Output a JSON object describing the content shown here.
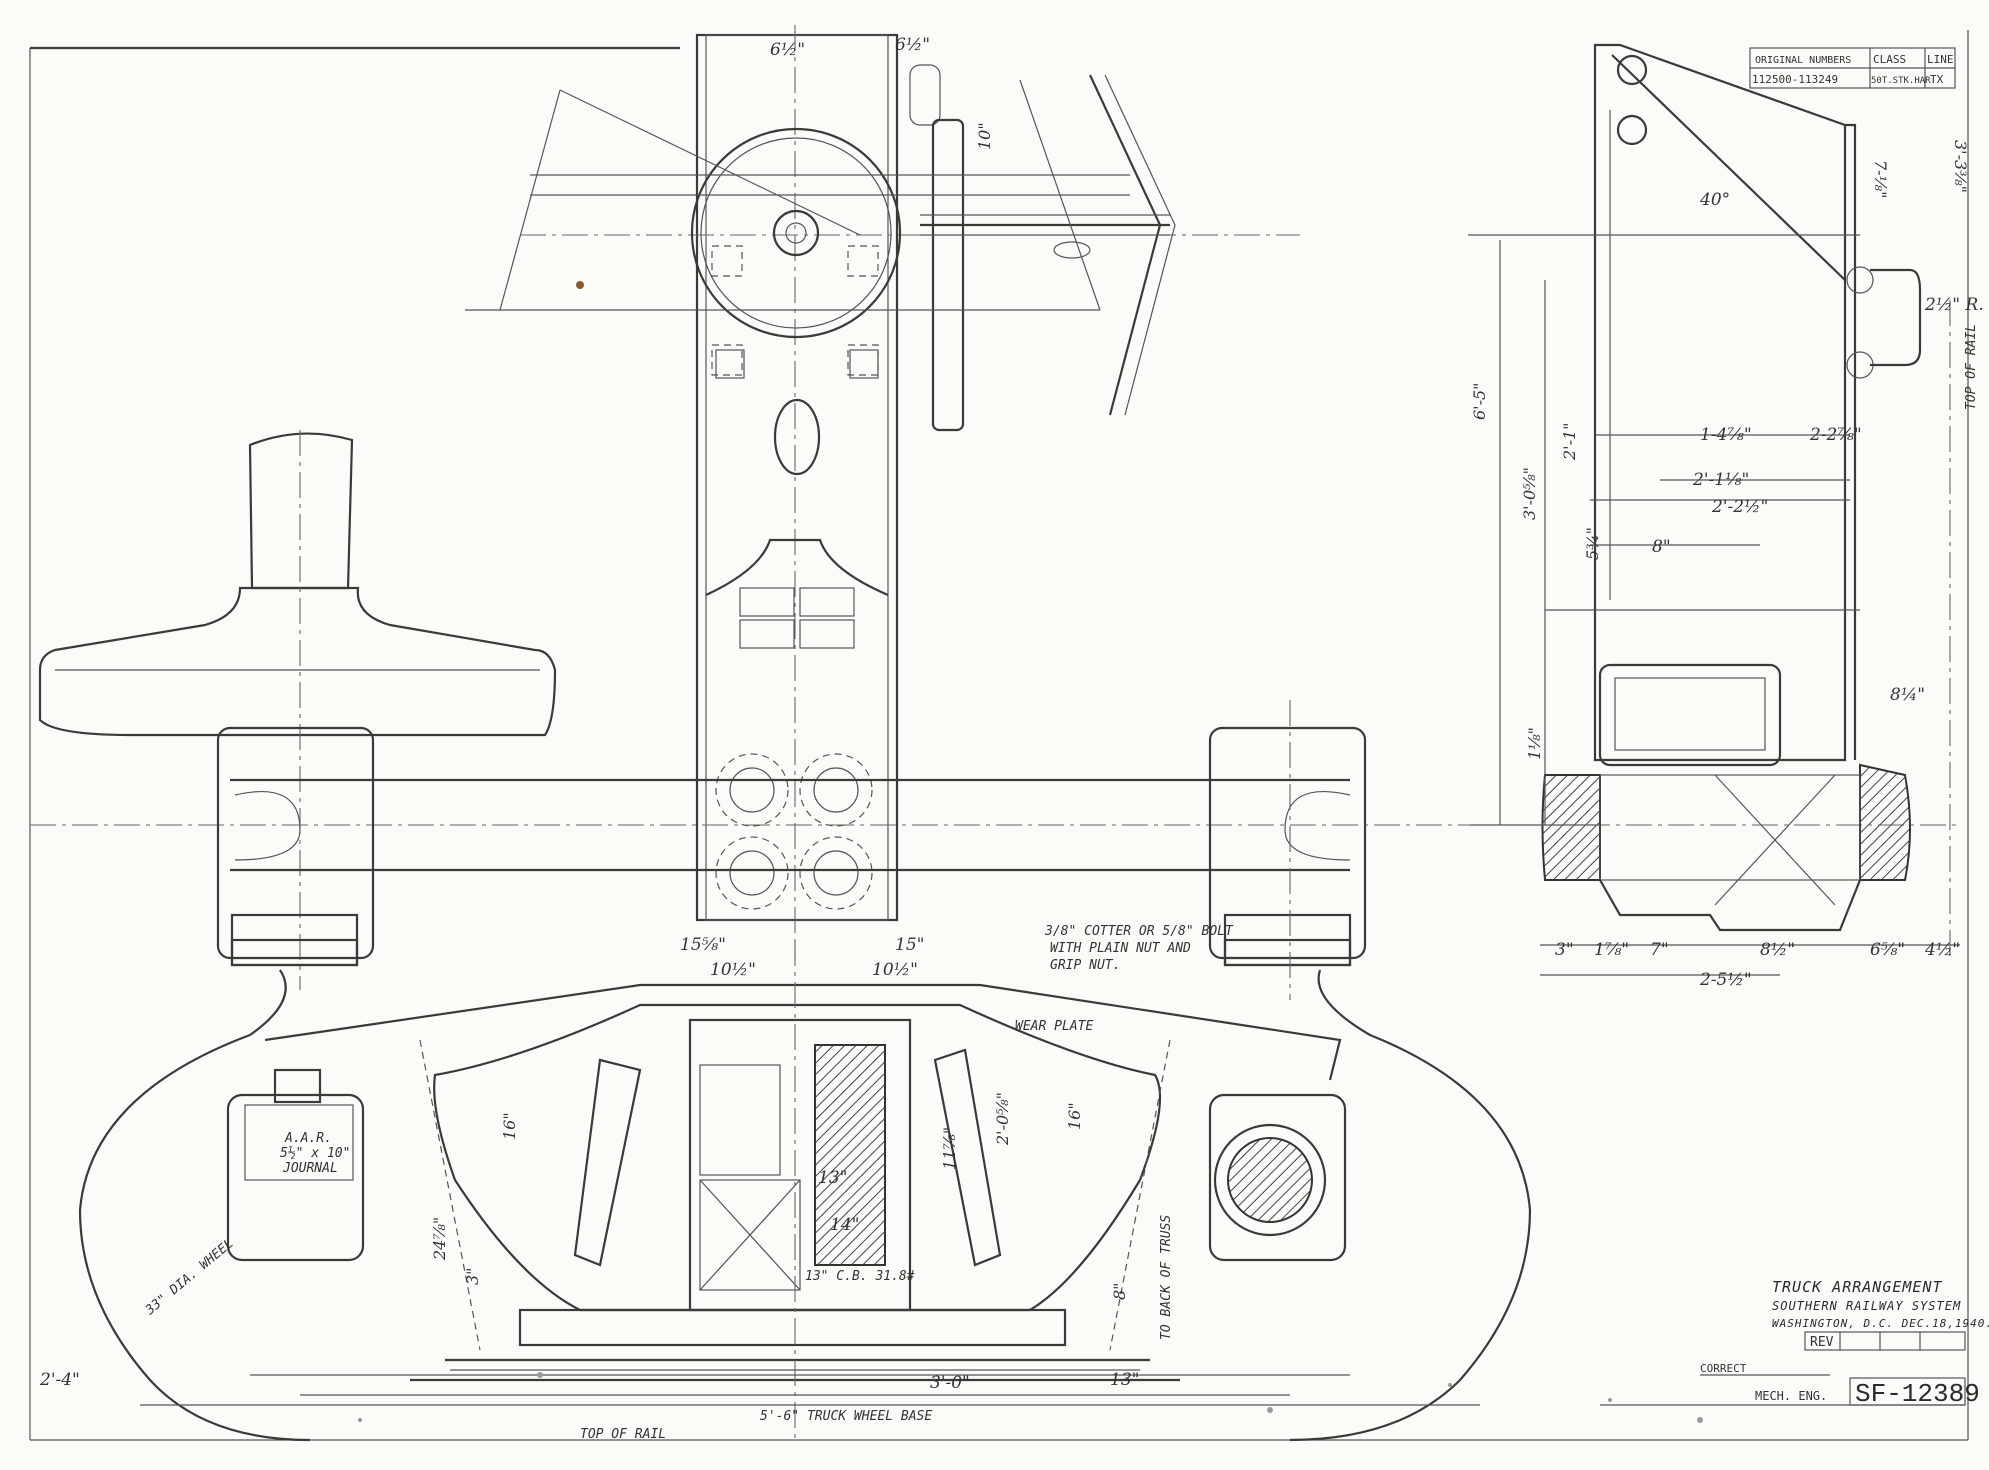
{
  "title_block": {
    "title": "TRUCK ARRANGEMENT",
    "company": "SOUTHERN RAILWAY SYSTEM",
    "place_date": "WASHINGTON, D.C.   DEC.18,1940.",
    "rev_label": "REV",
    "correct_label": "CORRECT",
    "mech_eng_label": "MECH. ENG.",
    "drawing_number": "SF-12389"
  },
  "class_table": {
    "headers": [
      "ORIGINAL NUMBERS",
      "CLASS",
      "LINE"
    ],
    "row": [
      "112500-113249",
      "50T.STK.HAR",
      "TX"
    ]
  },
  "notes": {
    "cotter": "3/8\" COTTER OR 5/8\" BOLT",
    "cotter_2": "WITH PLAIN NUT AND",
    "cotter_3": "GRIP NUT.",
    "wear_plate": "WEAR PLATE",
    "journal_1": "A.A.R.",
    "journal_2": "5½\" x 10\"",
    "journal_3": "JOURNAL",
    "wheel": "33\" DIA. WHEEL",
    "channel": "13\" C.B. 31.8#",
    "top_of_rail": "TOP OF RAIL",
    "back_of_truss": "TO BACK OF TRUSS",
    "wheelbase": "5'-6\" TRUCK WHEEL BASE",
    "top_of_rail_2": "TOP OF RAIL"
  },
  "dimensions": {
    "top_a": "6½\"",
    "top_b": "6½\"",
    "top_c": "10\"",
    "d1": "15⅝\"",
    "d2": "15\"",
    "d3": "10½\"",
    "d4": "10½\"",
    "d5": "13\"",
    "d6": "16\"",
    "d7": "16\"",
    "d8": "14\"",
    "d9": "11⅞\"",
    "d10": "2'-0⅝\"",
    "d11": "2'-4\"",
    "d12": "24⅞\"",
    "d13": "3'-0\"",
    "d14": "8\"",
    "d15": "3\"",
    "d16": "13\"",
    "s_6_5": "6'-5\"",
    "s_2_1": "2'-1\"",
    "s_3_0": "3'-0⅝\"",
    "s_1_4": "1-4⅞\"",
    "s_2_2a": "2-2⅞\"",
    "s_2_1b": "2'-1⅛\"",
    "s_2_2b": "2'-2½\"",
    "s_8": "8\"",
    "s_5": "5¾\"",
    "s_8_4": "8¼\"",
    "s_7": "7\"",
    "s_3": "3\"",
    "s_1": "1⅞\"",
    "s_8_5": "8½\"",
    "s_6": "6⅝\"",
    "s_4": "4½\"",
    "s_2_5": "2-5½\"",
    "s_1_2": "1⅛\"",
    "s_40": "40°",
    "s_rad": "2½\" R.",
    "s_side": "3'-3⅜\"",
    "s_rear": "7-⅛\""
  },
  "colors": {
    "paper": "#fbfbf8",
    "ink": "#333333"
  }
}
